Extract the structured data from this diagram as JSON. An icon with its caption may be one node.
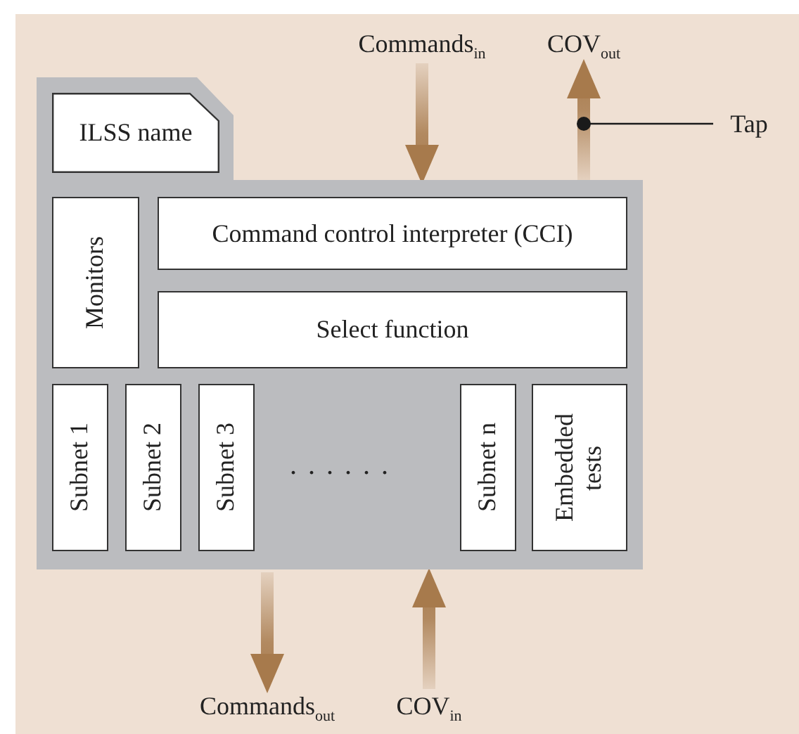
{
  "diagram": {
    "nodes": [
      {
        "text": [],
        "shape": "box"
      },
      {
        "text": [
          "ILSS name"
        ],
        "in": 0
      },
      {
        "text": [
          "Monitors"
        ],
        "in": 0
      },
      {
        "text": [
          "Command control interpreter (CCI)"
        ],
        "in": 0
      },
      {
        "text": [
          "Select function"
        ],
        "in": 0
      },
      {
        "text": [
          "Subnet 1"
        ],
        "in": 0
      },
      {
        "text": [
          "Subnet 2"
        ],
        "in": 0
      },
      {
        "text": [
          "Subnet 3"
        ],
        "in": 0
      },
      {
        "text": [
          "Subnet n"
        ],
        "in": 0
      },
      {
        "text": [
          "Embedded tests"
        ],
        "in": 0
      },
      {
        "text": [
          "Commands$_{in}$"
        ]
      },
      {
        "text": [
          "COV$_{out}$"
        ]
      },
      {
        "text": [
          "Tap"
        ]
      },
      {
        "text": [
          "Commands$_{out}$"
        ]
      },
      {
        "text": [
          "COV$_{in}$"
        ]
      }
    ],
    "edges": [
      {
        "from": 10,
        "to": 0,
        "arrow": "to"
      },
      {
        "from": 0,
        "to": 11,
        "arrow": "to"
      },
      {
        "from": 12,
        "to": null,
        "arrow": "other"
      },
      {
        "from": 0,
        "to": 13,
        "arrow": "to"
      },
      {
        "from": 14,
        "to": 0,
        "arrow": "to"
      }
    ],
    "labels": [
      "......"
    ]
  }
}
